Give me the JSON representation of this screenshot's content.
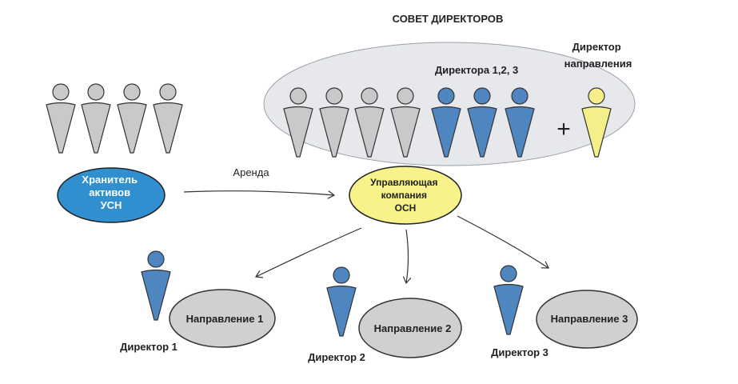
{
  "title": "СОВЕТ ДИРЕКТОРОВ",
  "directors_label": "Директора 1,2, 3",
  "direction_director_label": [
    "Директор",
    "направления"
  ],
  "plus_sign": "+",
  "asset_holder": [
    "Хранитель",
    "активов",
    "УСН"
  ],
  "lease_label": "Аренда",
  "management_company": [
    "Управляющая",
    "компания",
    "ОСН"
  ],
  "directions": [
    {
      "name": "Направление 1",
      "director": "Директор 1"
    },
    {
      "name": "Направление 2",
      "director": "Директор 2"
    },
    {
      "name": "Направление 3",
      "director": "Директор 3"
    }
  ],
  "colors": {
    "grey_figure": "#c9c9c9",
    "blue_figure": "#4f86c0",
    "yellow_figure": "#f4ef8a",
    "asset_holder_fill": "#2f8fcf",
    "company_fill": "#f7f28a",
    "direction_fill": "#d0d0d0",
    "board_fill": "#e6e8ec"
  }
}
